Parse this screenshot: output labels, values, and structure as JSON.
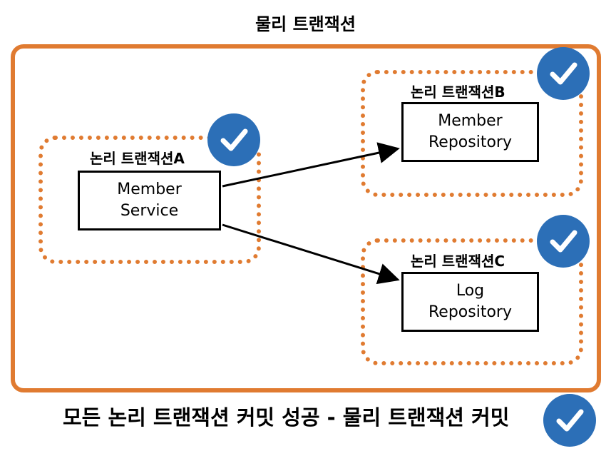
{
  "title": "물리 트랜잭션",
  "colors": {
    "orange": "#e07b31",
    "check_blue": "#2c6fb7",
    "black": "#000000"
  },
  "transactions": {
    "a": {
      "label": "논리 트랜잭션A",
      "component": "Member\nService",
      "status_icon": "check-icon"
    },
    "b": {
      "label": "논리 트랜잭션B",
      "component": "Member\nRepository",
      "status_icon": "check-icon"
    },
    "c": {
      "label": "논리 트랜잭션C",
      "component": "Log\nRepository",
      "status_icon": "check-icon"
    }
  },
  "footer": {
    "text": "모든 논리 트랜잭션 커밋 성공 - 물리 트랜잭션 커밋",
    "status_icon": "check-icon"
  }
}
